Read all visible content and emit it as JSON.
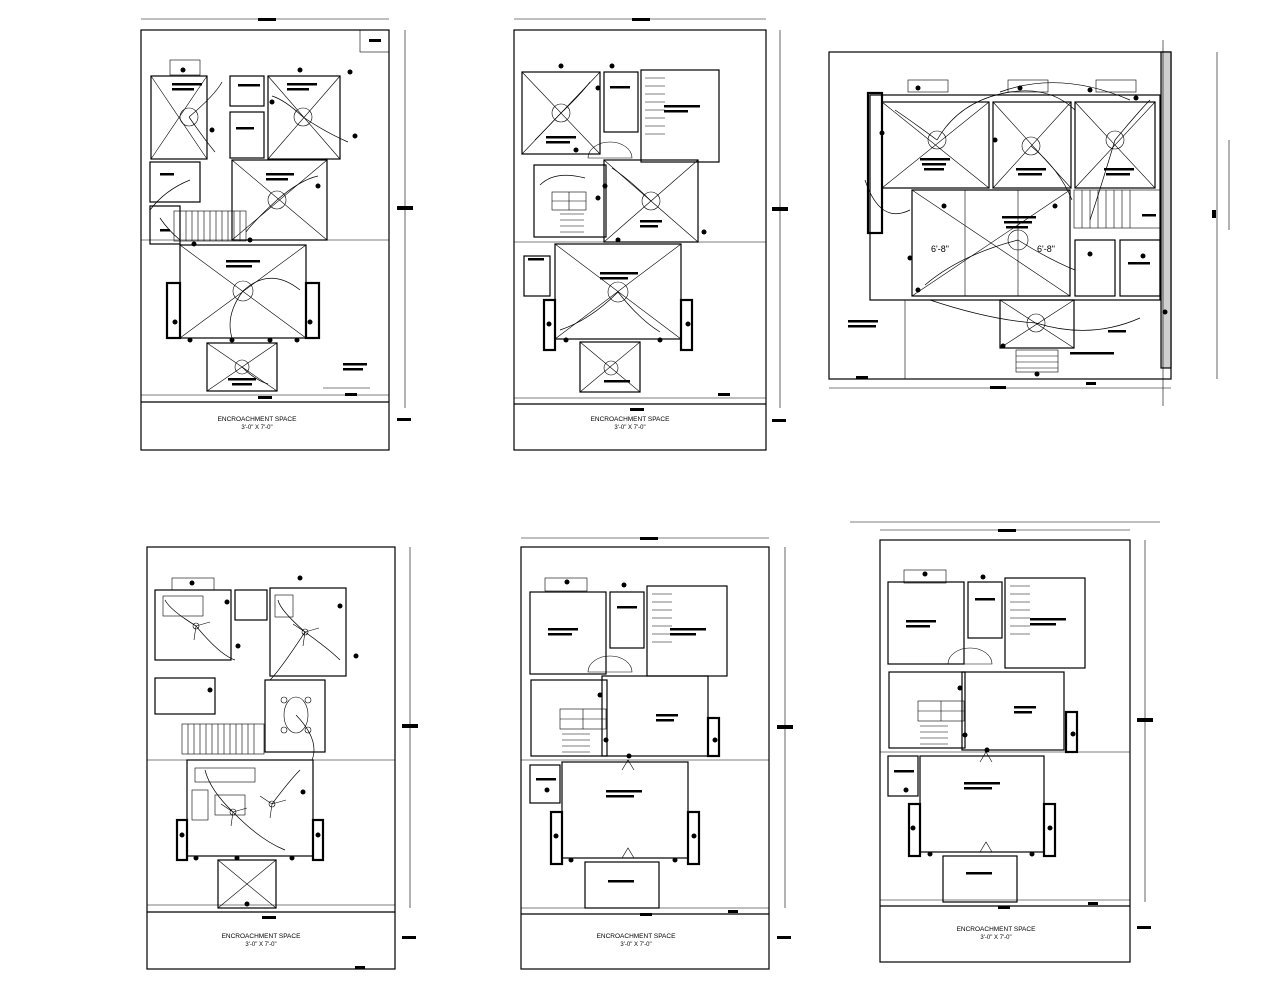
{
  "plans": [
    {
      "encroachment_label": "ENCROACHMENT SPACE",
      "encroachment_size": "3'-0\" X 7'-0\""
    },
    {
      "encroachment_label": "ENCROACHMENT SPACE",
      "encroachment_size": "3'-0\" X 7'-0\""
    },
    {
      "dim_left": "6'-8\"",
      "dim_right": "6'-8\""
    },
    {
      "encroachment_label": "ENCROACHMENT SPACE",
      "encroachment_size": "3'-0\" X 7'-0\""
    },
    {
      "encroachment_label": "ENCROACHMENT SPACE",
      "encroachment_size": "3'-0\" X 7'-0\""
    },
    {
      "encroachment_label": "ENCROACHMENT SPACE",
      "encroachment_size": "3'-0\" X 7'-0\""
    }
  ]
}
